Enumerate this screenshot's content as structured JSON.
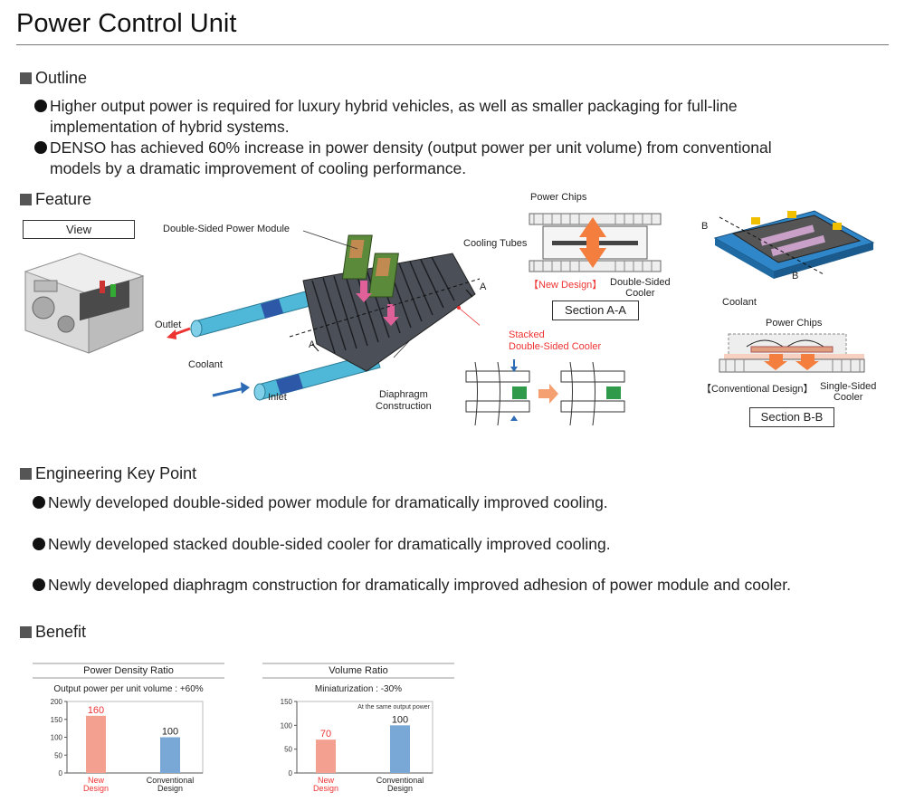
{
  "header": {
    "title": "Power Control Unit"
  },
  "outline": {
    "heading": "Outline",
    "items": [
      {
        "line1": "Higher output power is required for luxury hybrid vehicles, as well as smaller packaging for full-line",
        "line2": "implementation of hybrid systems."
      },
      {
        "line1": "DENSO has achieved 60% increase in power density (output power per unit volume) from conventional",
        "line2": "models by a dramatic improvement of cooling performance."
      }
    ]
  },
  "feature": {
    "heading": "Feature",
    "view_label": "View",
    "module_labels": {
      "double_sided_module": "Double-Sided Power Module",
      "outlet": "Outlet",
      "coolant": "Coolant",
      "inlet": "Inlet",
      "stacked_l1": "Stacked",
      "stacked_l2": "Double-Sided Cooler",
      "diaphragm_l1": "Diaphragm",
      "diaphragm_l2": "Construction",
      "a_mark": "A"
    },
    "section_aa": {
      "power_chips": "Power Chips",
      "cooling_tubes": "Cooling Tubes",
      "new_design": "【New Design】",
      "ds_cooler_l1": "Double-Sided",
      "ds_cooler_l2": "Cooler",
      "label": "Section A-A"
    },
    "section_bb": {
      "b_mark": "B",
      "coolant": "Coolant",
      "power_chips": "Power Chips",
      "conventional": "【Conventional Design】",
      "ss_cooler_l1": "Single-Sided",
      "ss_cooler_l2": "Cooler",
      "label": "Section B-B"
    }
  },
  "engineering": {
    "heading": "Engineering Key Point",
    "points": [
      "Newly developed double-sided power module for dramatically improved cooling.",
      "Newly developed stacked double-sided cooler for dramatically improved cooling.",
      "Newly developed diaphragm construction for dramatically improved adhesion of power module and cooler."
    ]
  },
  "benefit": {
    "heading": "Benefit"
  },
  "colors": {
    "new_bar": "#f4a090",
    "conv_bar": "#7aa8d6",
    "new_text": "#e33",
    "coolant_pipe": "#4fb8d8",
    "cooler_blue": "#2f86c8"
  },
  "chart_data": [
    {
      "type": "bar",
      "title": "Power Density Ratio",
      "subtitle": "Output power per unit volume : +60%",
      "note": "",
      "categories": [
        [
          "New",
          "Design"
        ],
        [
          "Conventional",
          "Design"
        ]
      ],
      "values": [
        160,
        100
      ],
      "ylim": [
        0,
        200
      ],
      "yticks": [
        0,
        50,
        100,
        150,
        200
      ],
      "bar_colors": [
        "#f4a090",
        "#7aa8d6"
      ],
      "label_colors": [
        "#e33",
        "#222"
      ]
    },
    {
      "type": "bar",
      "title": "Volume Ratio",
      "subtitle": "Miniaturization : -30%",
      "note": "At the same output power",
      "categories": [
        [
          "New",
          "Design"
        ],
        [
          "Conventional",
          "Design"
        ]
      ],
      "values": [
        70,
        100
      ],
      "ylim": [
        0,
        150
      ],
      "yticks": [
        0,
        50,
        100,
        150
      ],
      "bar_colors": [
        "#f4a090",
        "#7aa8d6"
      ],
      "label_colors": [
        "#e33",
        "#222"
      ]
    }
  ]
}
